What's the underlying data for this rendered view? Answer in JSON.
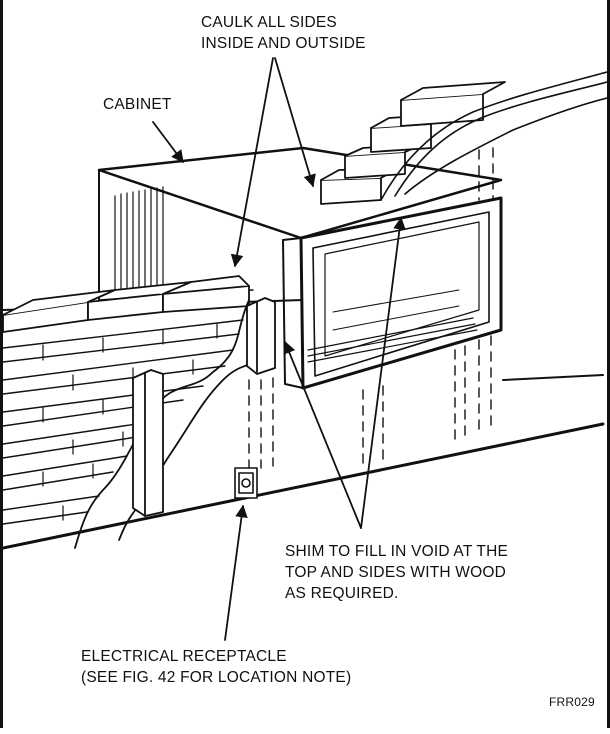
{
  "labels": {
    "caulk": [
      "CAULK ALL SIDES",
      "INSIDE AND OUTSIDE"
    ],
    "cabinet": "CABINET",
    "shim": [
      "SHIM TO FILL IN VOID AT THE",
      "TOP AND SIDES WITH WOOD",
      "AS REQUIRED."
    ],
    "receptacle": [
      "ELECTRICAL RECEPTACLE",
      "(SEE FIG. 42 FOR LOCATION NOTE)"
    ],
    "figure_code": "FRR029"
  },
  "colors": {
    "ink": "#111111",
    "paper": "#ffffff"
  }
}
